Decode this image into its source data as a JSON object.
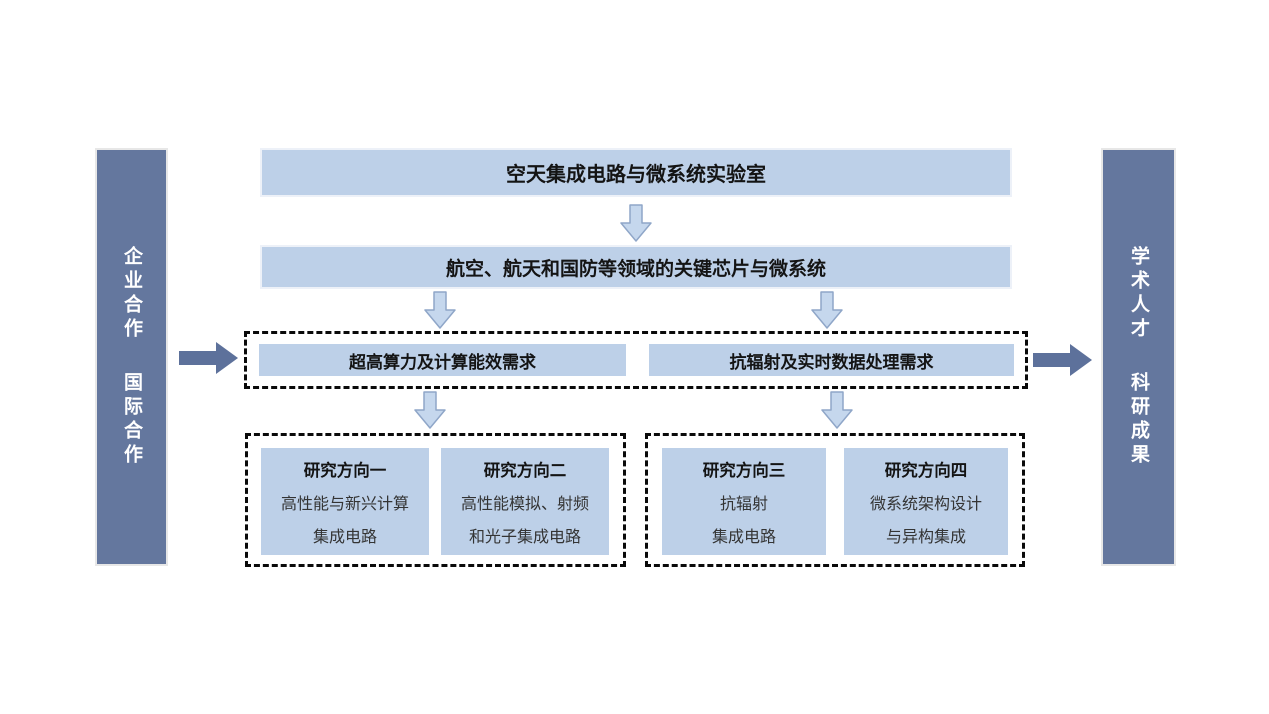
{
  "colors": {
    "light_box": "#bdd0e8",
    "bar_fill": "#64779e",
    "arrow_solid": "#5d719b",
    "arrow_light_fill": "#c5d7ed",
    "arrow_light_stroke": "#8fa6c8"
  },
  "left_bar": {
    "lines": [
      "企业合作",
      "国际合作"
    ]
  },
  "right_bar": {
    "lines": [
      "学术人才",
      "科研成果"
    ]
  },
  "top_box": {
    "label": "空天集成电路与微系统实验室"
  },
  "domain_box": {
    "label": "航空、航天和国防等领域的关键芯片与微系统"
  },
  "needs": [
    {
      "label": "超高算力及计算能效需求"
    },
    {
      "label": "抗辐射及实时数据处理需求"
    }
  ],
  "research_groups": [
    {
      "items": [
        {
          "title": "研究方向一",
          "lines": [
            "高性能与新兴计算",
            "集成电路"
          ]
        },
        {
          "title": "研究方向二",
          "lines": [
            "高性能模拟、射频",
            "和光子集成电路"
          ]
        }
      ]
    },
    {
      "items": [
        {
          "title": "研究方向三",
          "lines": [
            "抗辐射",
            "集成电路"
          ]
        },
        {
          "title": "研究方向四",
          "lines": [
            "微系统架构设计",
            "与异构集成"
          ]
        }
      ]
    }
  ]
}
